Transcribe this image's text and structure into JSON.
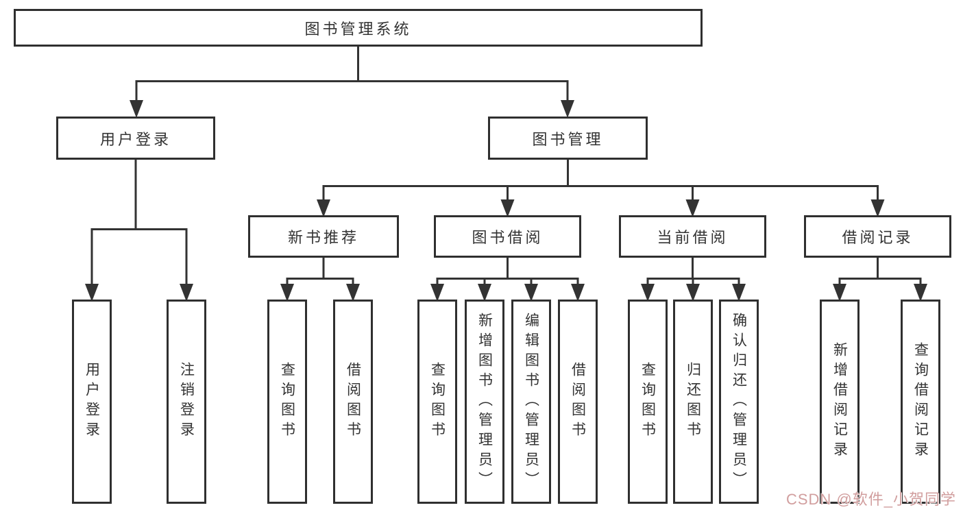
{
  "diagram": {
    "type": "hierarchy-tree",
    "orientation": "top-down",
    "colors": {
      "background": "#ffffff",
      "box_fill": "#ffffff",
      "box_border": "#2f2f2f",
      "line": "#333333",
      "text": "#333333",
      "watermark": "#cc9494"
    }
  },
  "watermark": {
    "text": "CSDN @软件_小贺同学"
  },
  "nodes": {
    "root": {
      "label": "图书管理系统"
    },
    "user_login": {
      "label": "用户登录"
    },
    "book_mgmt": {
      "label": "图书管理"
    },
    "login": {
      "label": "用户登录"
    },
    "logout": {
      "label": "注销登录"
    },
    "new_book_rec": {
      "label": "新书推荐"
    },
    "book_borrow": {
      "label": "图书借阅"
    },
    "current_borrow": {
      "label": "当前借阅"
    },
    "borrow_records": {
      "label": "借阅记录"
    },
    "rec_query": {
      "label": "查询图书"
    },
    "rec_borrow": {
      "label": "借阅图书"
    },
    "bb_query": {
      "label": "查询图书"
    },
    "bb_add": {
      "label": "新增图书（管理员）"
    },
    "bb_edit": {
      "label": "编辑图书（管理员）"
    },
    "bb_borrow": {
      "label": "借阅图书"
    },
    "cb_query": {
      "label": "查询图书"
    },
    "cb_return": {
      "label": "归还图书"
    },
    "cb_confirm": {
      "label": "确认归还（管理员）"
    },
    "br_add": {
      "label": "新增借阅记录"
    },
    "br_query": {
      "label": "查询借阅记录"
    }
  },
  "hierarchy": {
    "图书管理系统": {
      "用户登录": [
        "用户登录",
        "注销登录"
      ],
      "图书管理": {
        "新书推荐": [
          "查询图书",
          "借阅图书"
        ],
        "图书借阅": [
          "查询图书",
          "新增图书（管理员）",
          "编辑图书（管理员）",
          "借阅图书"
        ],
        "当前借阅": [
          "查询图书",
          "归还图书",
          "确认归还（管理员）"
        ],
        "借阅记录": [
          "新增借阅记录",
          "查询借阅记录"
        ]
      }
    }
  }
}
